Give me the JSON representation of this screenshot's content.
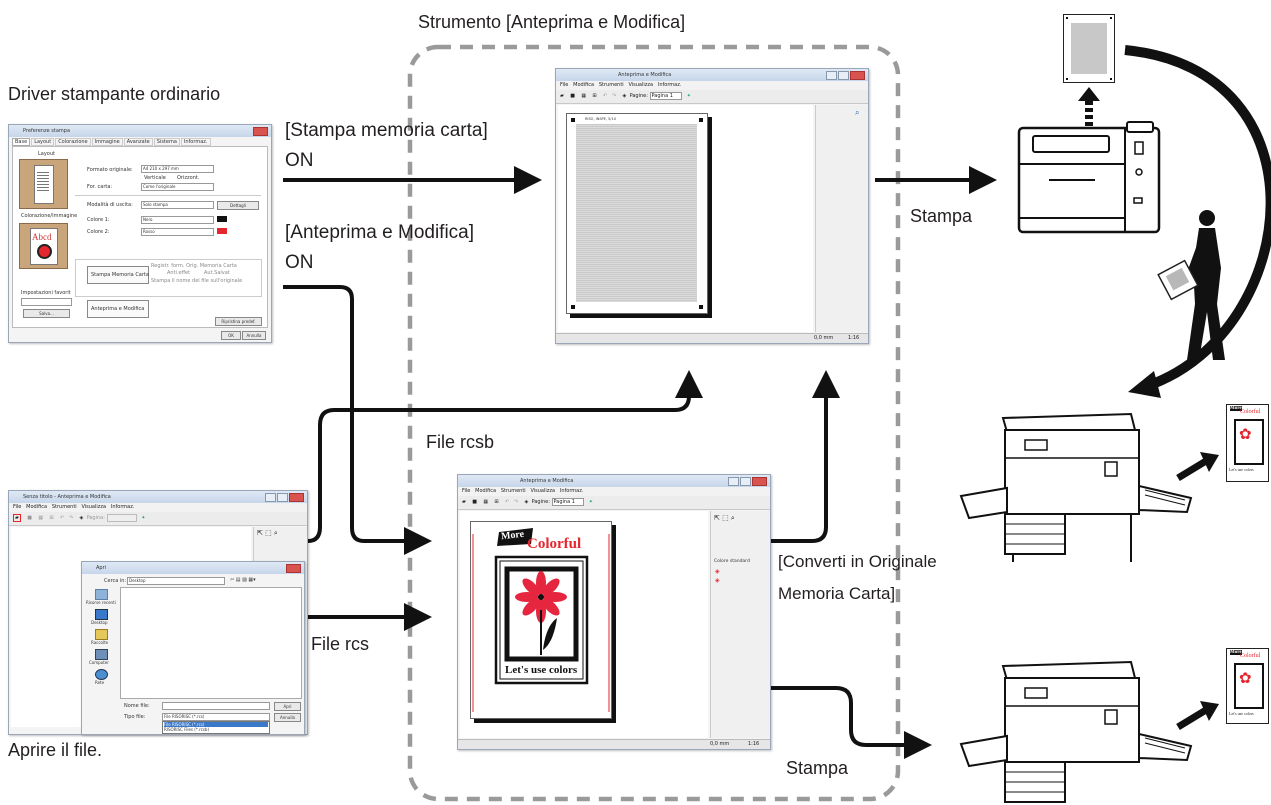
{
  "labels": {
    "tool_title": "Strumento [Anteprima e Modifica]",
    "driver_title": "Driver stampante ordinario",
    "paper_memory_on": "[Stampa memoria carta]",
    "on1": "ON",
    "preview_edit_on": "[Anteprima e Modifica]",
    "on2": "ON",
    "print1": "Stampa",
    "file_rcsb": "File rcsb",
    "file_rcs": "File rcs",
    "convert": "[Converti in Originale",
    "convert2": "Memoria Carta]",
    "open_file": "Aprire il file.",
    "print2": "Stampa"
  },
  "driver_window": {
    "title": "Preferenze stampa",
    "tabs": [
      "Base",
      "Layout",
      "Colorazione",
      "Immagine",
      "Avanzate",
      "Sistema",
      "Informaz."
    ],
    "layout_label": "Layout",
    "orig_format_label": "Formato originale:",
    "orig_format_value": "A4 210 x 297 mm",
    "orient_vertical": "Verticale",
    "orient_horizontal": "Orizzont.",
    "paper_format_label": "For. carta:",
    "paper_format_value": "Come l'originale",
    "output_label": "Modalità di uscita:",
    "output_value": "Solo stampa",
    "details_button": "Dettagli",
    "color_image_label": "Colorazione/Immagine",
    "color1_label": "Colore 1:",
    "color1_value": "Nero",
    "color2_label": "Colore 2:",
    "color2_value": "Rosso",
    "paper_memory_checkbox": "Stampa Memoria Carta",
    "register_label": "Registr. form. Orig. Memoria Carta",
    "register_auto": "Anti.effet",
    "register_all": "Aut.Salvat",
    "print_name": "Stampa il nome del file sull'originale",
    "preview_checkbox": "Anteprima e Modifica",
    "preset_label": "Impostazioni favorit",
    "save_button": "Salva...",
    "restore_button": "Ripristina predef.",
    "ok_button": "OK",
    "cancel_button": "Annulla"
  },
  "preview_window_top": {
    "title": "Anteprima e Modifica",
    "menu": [
      "File",
      "Modifica",
      "Strumenti",
      "Visualizza",
      "Informaz."
    ],
    "pages_label": "Pagine:",
    "pages_value": "Pagina 1",
    "header_text": "RISO, INSPE, 5/10",
    "status_mm": "0,0 mm",
    "status_zoom": "1:16"
  },
  "preview_window_bottom": {
    "title": "Anteprima e Modifica",
    "menu": [
      "File",
      "Modifica",
      "Strumenti",
      "Visualizza",
      "Informaz."
    ],
    "pages_label": "Pagine:",
    "pages_value": "Pagina 1",
    "panel_label": "Colore standard",
    "poster_more": "More",
    "poster_colorful": "Colorful",
    "poster_caption": "Let's use colors",
    "status_mm": "0,0 mm",
    "status_zoom": "1:16"
  },
  "open_app_window": {
    "title": "Senza titolo - Anteprima e Modifica",
    "menu": [
      "File",
      "Modifica",
      "Strumenti",
      "Visualizza",
      "Informaz."
    ],
    "pages_label": "Pagina:"
  },
  "open_dialog": {
    "title": "Apri",
    "look_in_label": "Cerca in:",
    "look_in_value": "Desktop",
    "places": [
      "Risorse recenti",
      "Desktop",
      "Raccolte",
      "Computer",
      "Rete"
    ],
    "file_name_label": "Nome file:",
    "file_type_label": "Tipo file:",
    "file_type_value": "File RISORISC (*.rcs)",
    "file_type_option2": "RISORISC Files (*.rcsb)",
    "open_button": "Apri",
    "cancel_button": "Annulla"
  },
  "thumbs": {
    "more": "More",
    "colorful": "Colorful",
    "caption": "Let's use colors"
  },
  "colors": {
    "accent_red": "#e5262e",
    "arrow": "#111111",
    "dashed": "#9a9a9a"
  }
}
